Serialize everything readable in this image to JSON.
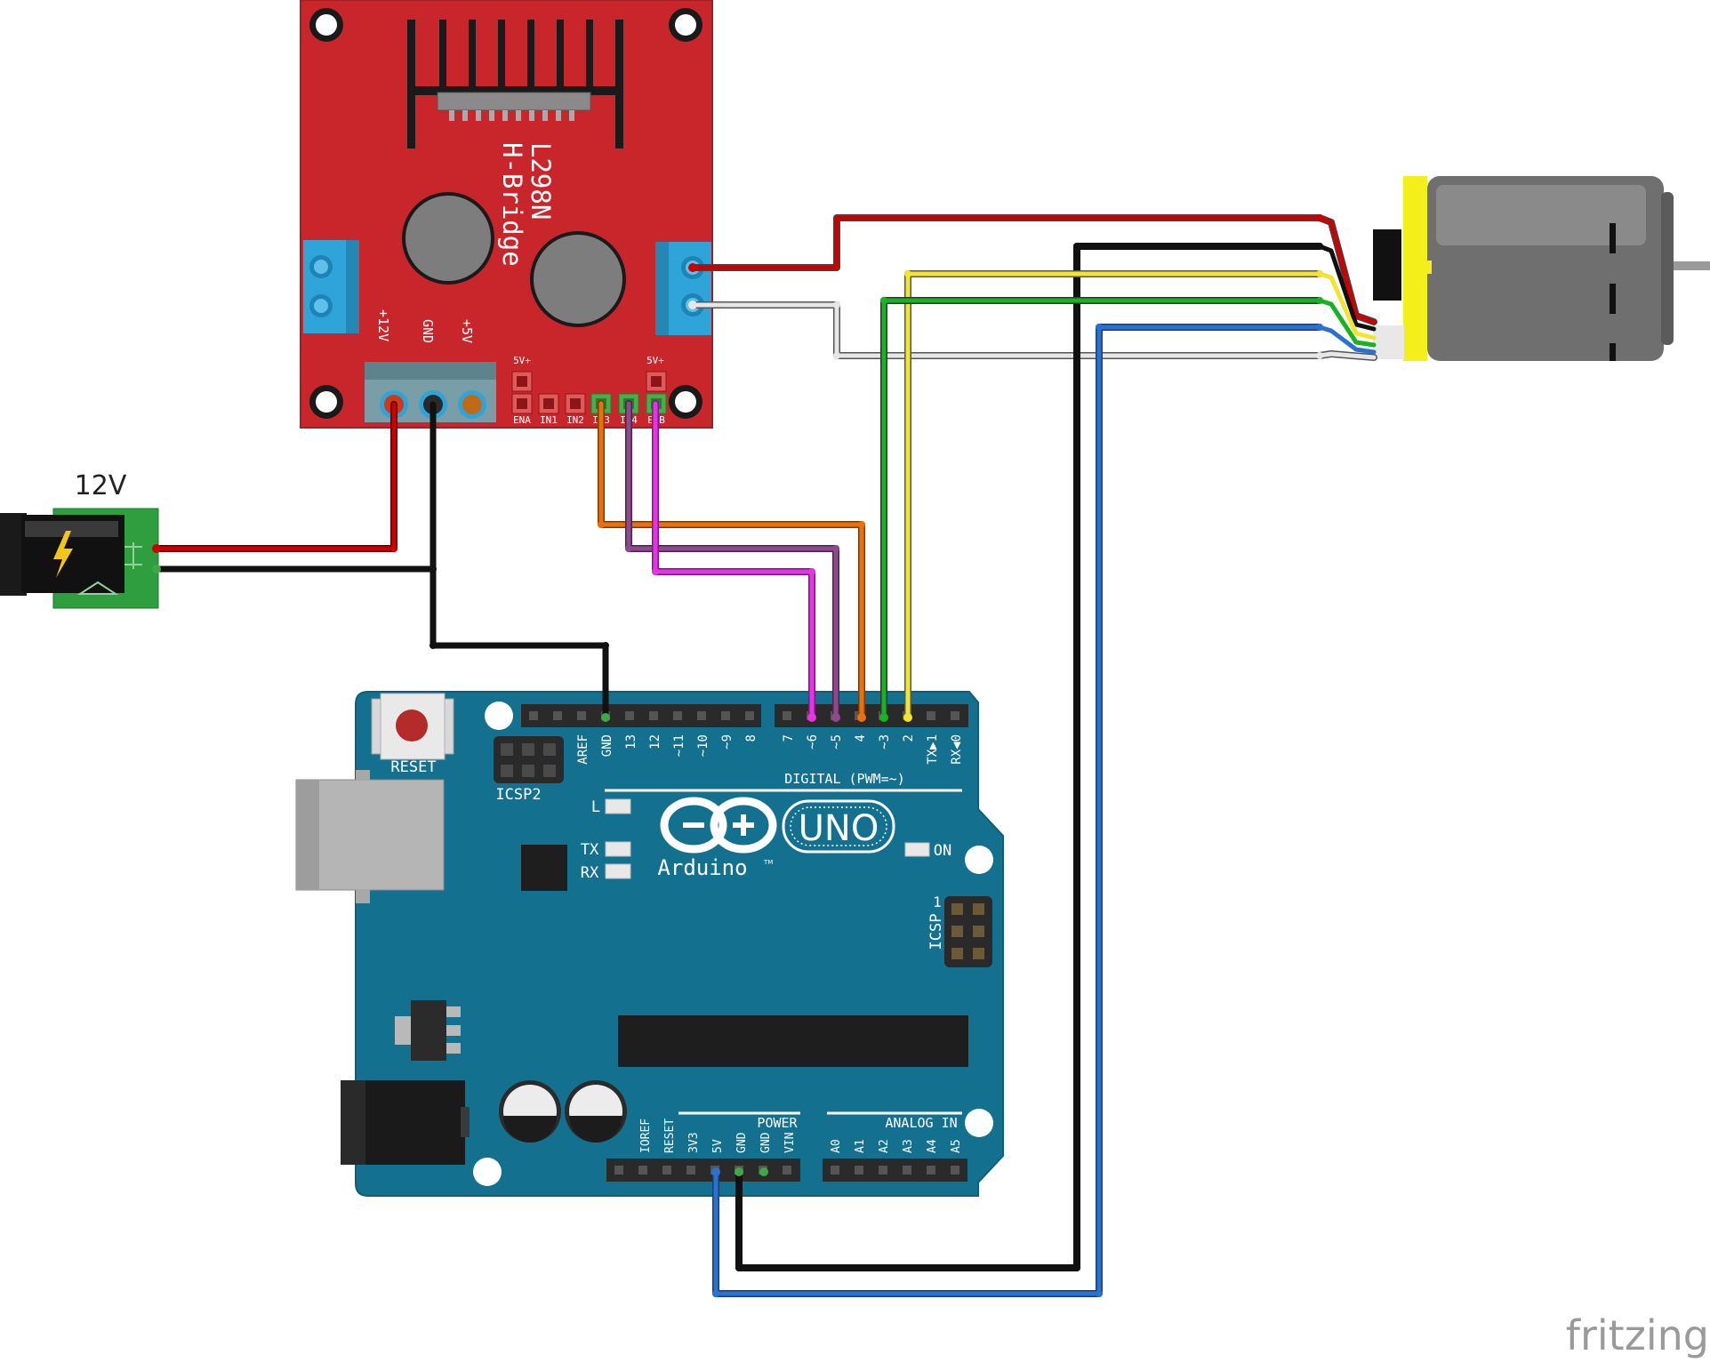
{
  "hbridge": {
    "title_line1": "L298N",
    "title_line2": "H-Bridge",
    "pin_12v": "+12V",
    "pin_gnd": "GND",
    "pin_5v": "+5V",
    "jumper_5v_left": "5V+",
    "jumper_5v_right": "5V+",
    "pin_ena": "ENA",
    "pin_in1": "IN1",
    "pin_in2": "IN2",
    "pin_in3": "IN3",
    "pin_in4": "IN4",
    "pin_enb": "ENB"
  },
  "power_jack": {
    "label": "12V"
  },
  "arduino": {
    "reset_label": "RESET",
    "icsp2_label": "ICSP2",
    "icsp_label": "ICSP",
    "icsp_pin1": "1",
    "led_l": "L",
    "led_tx": "TX",
    "led_rx": "RX",
    "led_on": "ON",
    "logo_text": "Arduino",
    "logo_tm": "TM",
    "uno_text": "UNO",
    "digital_label": "DIGITAL (PWM=~)",
    "power_label": "POWER",
    "analog_label": "ANALOG IN",
    "top_pins_left": [
      "AREF",
      "GND",
      "13",
      "12",
      "~11",
      "~10",
      "~9",
      "8"
    ],
    "top_pins_right": [
      "7",
      "~6",
      "~5",
      "4",
      "~3",
      "2",
      "TX▶1",
      "RX◀0"
    ],
    "power_pins": [
      "IOREF",
      "RESET",
      "3V3",
      "5V",
      "GND",
      "GND",
      "VIN"
    ],
    "analog_pins": [
      "A0",
      "A1",
      "A2",
      "A3",
      "A4",
      "A5"
    ]
  },
  "watermark": "fritzing",
  "colors": {
    "hbridge_board": "#c8262b",
    "arduino_board": "#13718f",
    "wire_red": "#cc0000",
    "wire_black": "#222222",
    "wire_orange": "#e8710f",
    "wire_purple": "#8e4a8c",
    "wire_magenta": "#e633e6",
    "wire_green": "#17b321",
    "wire_yellow": "#f2e52e",
    "wire_blue": "#2a72cf",
    "wire_white": "#d8d8d8",
    "terminal_blue": "#2ea4d8",
    "motor_yellow": "#f4ee1b"
  }
}
